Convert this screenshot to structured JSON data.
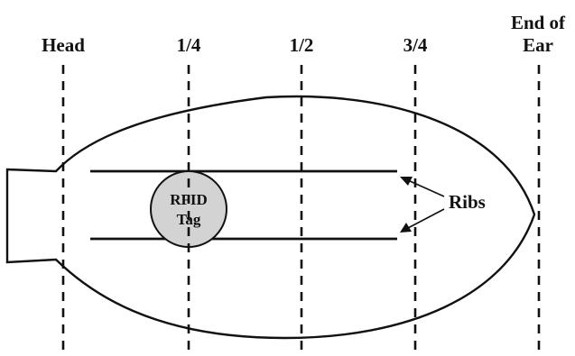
{
  "markers": {
    "head": "Head",
    "quarter": "1/4",
    "half": "1/2",
    "three_quarter": "3/4",
    "end_line1": "End of",
    "end_line2": "Ear"
  },
  "tag": {
    "line1": "RFID",
    "line2": "Tag",
    "fill_color": "#d3d3d3"
  },
  "ribs_label": "Ribs",
  "colors": {
    "line": "#111111",
    "background": "#ffffff"
  }
}
